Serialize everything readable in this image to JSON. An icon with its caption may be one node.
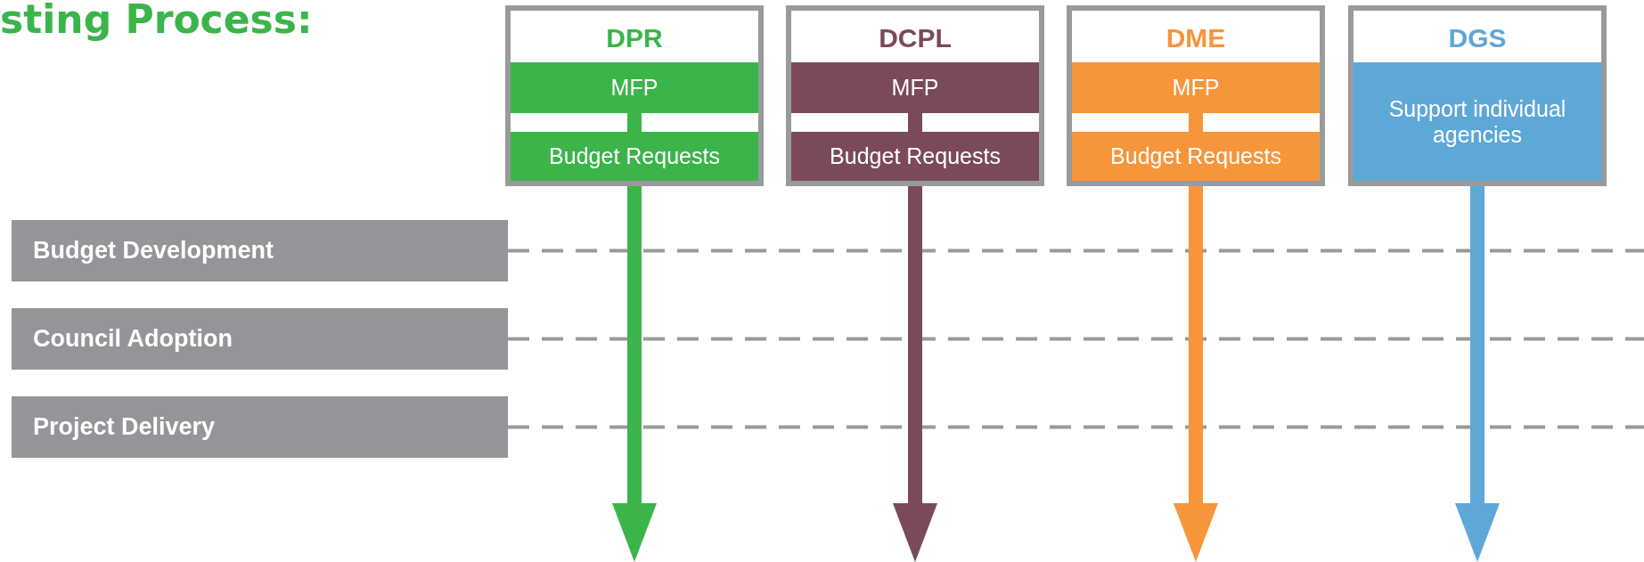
{
  "diagram": {
    "title": "sting Process:",
    "nodes": [
      {
        "text": [
          "DPR"
        ]
      },
      {
        "text": [
          "MFP"
        ],
        "in": 0
      },
      {
        "text": [
          "Budget Requests"
        ],
        "in": 0
      },
      {
        "text": [
          "DCPL"
        ]
      },
      {
        "text": [
          "MFP"
        ],
        "in": 3
      },
      {
        "text": [
          "Budget Requests"
        ],
        "in": 3
      },
      {
        "text": [
          "DME"
        ]
      },
      {
        "text": [
          "MFP"
        ],
        "in": 6
      },
      {
        "text": [
          "Budget Requests"
        ],
        "in": 6
      },
      {
        "text": [
          "DGS"
        ]
      },
      {
        "text": [
          "Support individual agencies"
        ],
        "in": 9
      },
      {
        "text": [
          "Budget Development"
        ]
      },
      {
        "text": [
          "Council Adoption"
        ]
      },
      {
        "text": [
          "Project Delivery"
        ]
      }
    ],
    "edges": [
      {
        "from": 1,
        "to": 2,
        "arrow": "none",
        "color": "#3bb54a"
      },
      {
        "from": 2,
        "to": null,
        "arrow": "to",
        "color": "#3bb54a"
      },
      {
        "from": 4,
        "to": 5,
        "arrow": "none",
        "color": "#7a4a5b"
      },
      {
        "from": 5,
        "to": null,
        "arrow": "to",
        "color": "#7a4a5b"
      },
      {
        "from": 7,
        "to": 8,
        "arrow": "none",
        "color": "#f7953b"
      },
      {
        "from": 8,
        "to": null,
        "arrow": "to",
        "color": "#f7953b"
      },
      {
        "from": 10,
        "to": null,
        "arrow": "to",
        "color": "#5ea8d8"
      },
      {
        "from": 11,
        "to": null,
        "arrow": "none",
        "style": "dashed"
      },
      {
        "from": 12,
        "to": null,
        "arrow": "none",
        "style": "dashed"
      },
      {
        "from": 13,
        "to": null,
        "arrow": "none",
        "style": "dashed"
      }
    ]
  }
}
